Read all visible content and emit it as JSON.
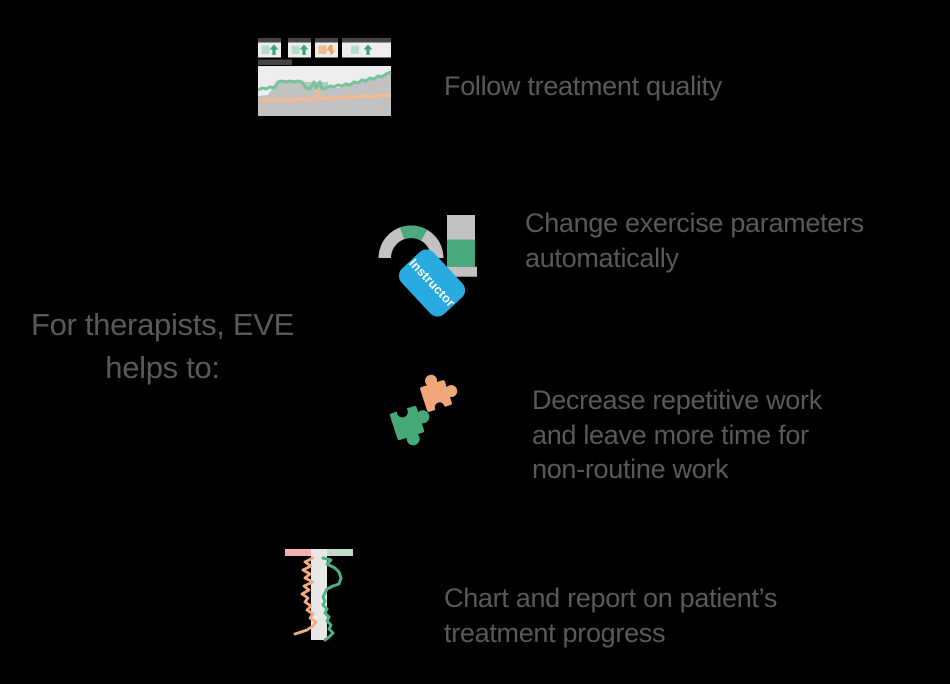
{
  "title": {
    "line1": "For therapists, EVE",
    "line2": "helps to:"
  },
  "items": [
    {
      "icon": "treatment-quality-dashboard-icon",
      "lines": [
        "Follow treatment quality"
      ]
    },
    {
      "icon": "gauge-instructor-icon",
      "badge": "Instructor",
      "lines": [
        "Change exercise parameters",
        "automatically"
      ]
    },
    {
      "icon": "puzzle-pieces-icon",
      "lines": [
        "Decrease repetitive work",
        "and leave more time for",
        "non-routine work"
      ]
    },
    {
      "icon": "progress-chart-icon",
      "lines": [
        "Chart and report on patient’s",
        "treatment progress"
      ]
    }
  ],
  "colors": {
    "background": "#000000",
    "text_gray": "#58595b",
    "accent_blue": "#29abe2",
    "green": "#3aa578",
    "line_green": "#74c59c",
    "light_green": "#b9dcc7",
    "orange": "#f0a266",
    "line_orange": "#f5ba90",
    "light_orange": "#f4bb8f",
    "pink": "#f2b1b1",
    "dark_gray": "#454547",
    "mid_gray": "#c2c2c3",
    "light_gray": "#ededee"
  }
}
